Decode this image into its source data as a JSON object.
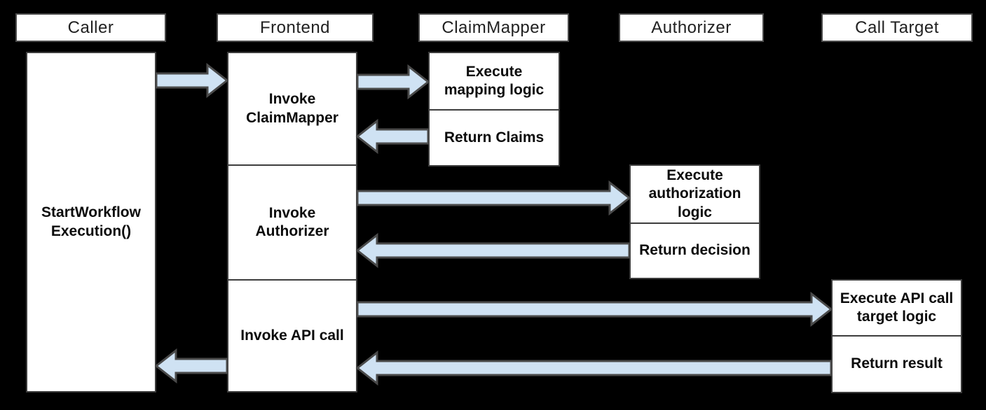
{
  "colors": {
    "background": "#000000",
    "box_fill": "#ffffff",
    "box_border": "#3d3d3d",
    "header_border": "#4a4a4a",
    "arrow_fill": "#cfe2f3",
    "arrow_stroke": "#4a4a4a",
    "header_text": "#212121",
    "body_text": "#0b0b0b"
  },
  "lanes": [
    {
      "title": "Caller"
    },
    {
      "title": "Frontend"
    },
    {
      "title": "ClaimMapper"
    },
    {
      "title": "Authorizer"
    },
    {
      "title": "Call Target"
    }
  ],
  "caller": {
    "activation_label": "StartWorkflow\nExecution()"
  },
  "frontend": {
    "sections": [
      {
        "label": "Invoke\nClaimMapper"
      },
      {
        "label": "Invoke\nAuthorizer"
      },
      {
        "label": "Invoke API call"
      }
    ]
  },
  "claimmapper": {
    "steps": [
      {
        "label": "Execute\nmapping logic"
      },
      {
        "label": "Return Claims"
      }
    ]
  },
  "authorizer": {
    "steps": [
      {
        "label": "Execute\nauthorization\nlogic"
      },
      {
        "label": "Return decision"
      }
    ]
  },
  "call_target": {
    "steps": [
      {
        "label": "Execute API call\ntarget logic"
      },
      {
        "label": "Return result"
      }
    ]
  },
  "flows": [
    {
      "from": "Caller",
      "to": "Frontend",
      "direction": "right"
    },
    {
      "from": "Frontend",
      "to": "ClaimMapper",
      "direction": "right"
    },
    {
      "from": "ClaimMapper",
      "to": "Frontend",
      "direction": "left"
    },
    {
      "from": "Frontend",
      "to": "Authorizer",
      "direction": "right"
    },
    {
      "from": "Authorizer",
      "to": "Frontend",
      "direction": "left"
    },
    {
      "from": "Frontend",
      "to": "Call Target",
      "direction": "right"
    },
    {
      "from": "Call Target",
      "to": "Frontend",
      "direction": "left"
    },
    {
      "from": "Frontend",
      "to": "Caller",
      "direction": "left"
    }
  ]
}
